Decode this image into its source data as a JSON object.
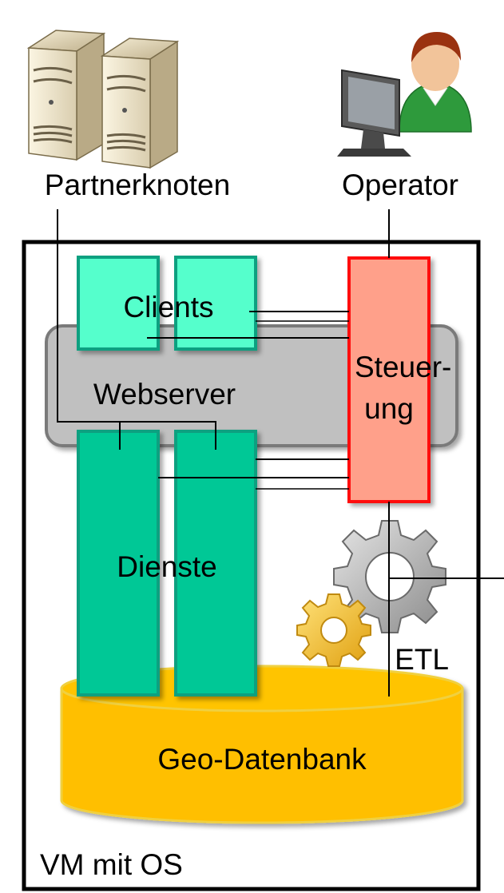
{
  "actors": {
    "partner": {
      "label": "Partnerknoten",
      "icon": "server-tower-icon"
    },
    "operator": {
      "label": "Operator",
      "icon": "operator-workstation-icon"
    }
  },
  "vm": {
    "label": "VM mit OS"
  },
  "components": {
    "clients": "Clients",
    "webserver": "Webserver",
    "steuerung_line1": "Steuer-",
    "steuerung_line2": "ung",
    "dienste": "Dienste",
    "etl": "ETL",
    "database": "Geo-Datenbank"
  },
  "colors": {
    "clients_fill": "#55ffcc",
    "dienste_fill": "#00c896",
    "component_border": "#10a080",
    "webserver_fill": "#c0c0c0",
    "steuerung_fill": "#ffa08a",
    "steuerung_border": "#ff1010",
    "db_fill": "#ffbf00",
    "db_border": "#f0d040",
    "gear_grey": "#a8a8a8",
    "gear_yellow": "#f7c640"
  }
}
